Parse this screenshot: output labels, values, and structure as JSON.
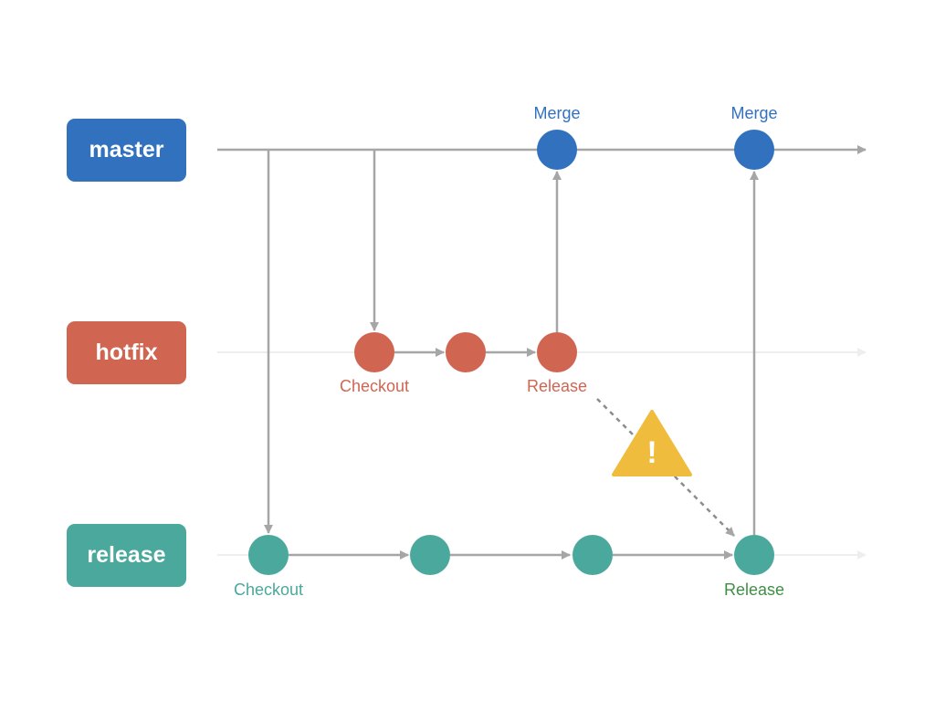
{
  "colors": {
    "master": "#3271bd",
    "hotfix": "#d06552",
    "release": "#4aa89c",
    "release_text": "#3f8e45",
    "arrow": "#a6a6a6",
    "faint_line": "#eeeeee",
    "warning": "#f0bc3e"
  },
  "branches": {
    "master": {
      "label": "master"
    },
    "hotfix": {
      "label": "hotfix"
    },
    "release": {
      "label": "release"
    }
  },
  "labels": {
    "master_merge_1": "Merge",
    "master_merge_2": "Merge",
    "hotfix_checkout": "Checkout",
    "hotfix_release": "Release",
    "release_checkout": "Checkout",
    "release_release": "Release"
  },
  "warning": {
    "symbol": "!",
    "icon": "warning-triangle-icon"
  }
}
